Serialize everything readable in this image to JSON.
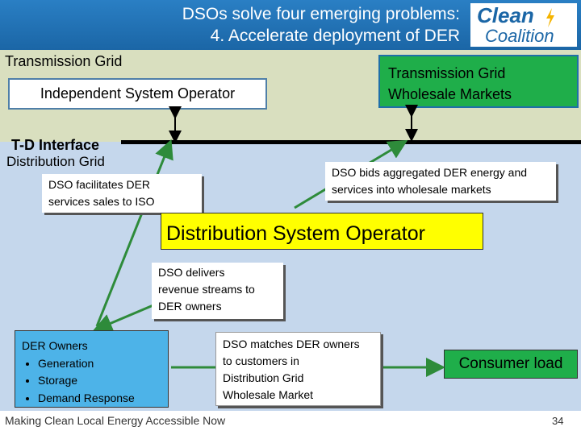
{
  "header": {
    "title_line1": "DSOs solve four emerging problems:",
    "title_line2": "4. Accelerate deployment of DER",
    "logo_top": "Clean",
    "logo_bottom": "Coalition"
  },
  "transmission": {
    "label": "Transmission Grid",
    "iso_label": "Independent System Operator",
    "wholesale_line1": "Transmission Grid",
    "wholesale_line2": "Wholesale Markets"
  },
  "interface": {
    "label": "T-D Interface"
  },
  "distribution": {
    "label": "Distribution Grid",
    "callout_iso_line1": "DSO facilitates DER",
    "callout_iso_line2": "services sales to ISO",
    "callout_bids_line1": "DSO bids aggregated DER energy and",
    "callout_bids_line2": "services into wholesale markets",
    "dso_label": "Distribution System Operator",
    "callout_revenue": [
      "DSO delivers",
      "revenue streams to",
      "DER owners"
    ],
    "owners_title": "DER Owners",
    "owners_items": [
      "Generation",
      "Storage",
      "Demand Response"
    ],
    "callout_match": [
      "DSO matches DER owners",
      "to customers in",
      "Distribution Grid",
      "Wholesale Market"
    ],
    "consumer_label": "Consumer load"
  },
  "footer": {
    "tagline": "Making Clean Local Energy Accessible Now",
    "page_number": "34"
  },
  "colors": {
    "header_blue": "#1b66a6",
    "green": "#1fae4a",
    "yellow": "#ffff00",
    "owners_blue": "#4db3e8",
    "trans_band": "#d9dfbf",
    "dist_band": "#c5d7ec"
  }
}
